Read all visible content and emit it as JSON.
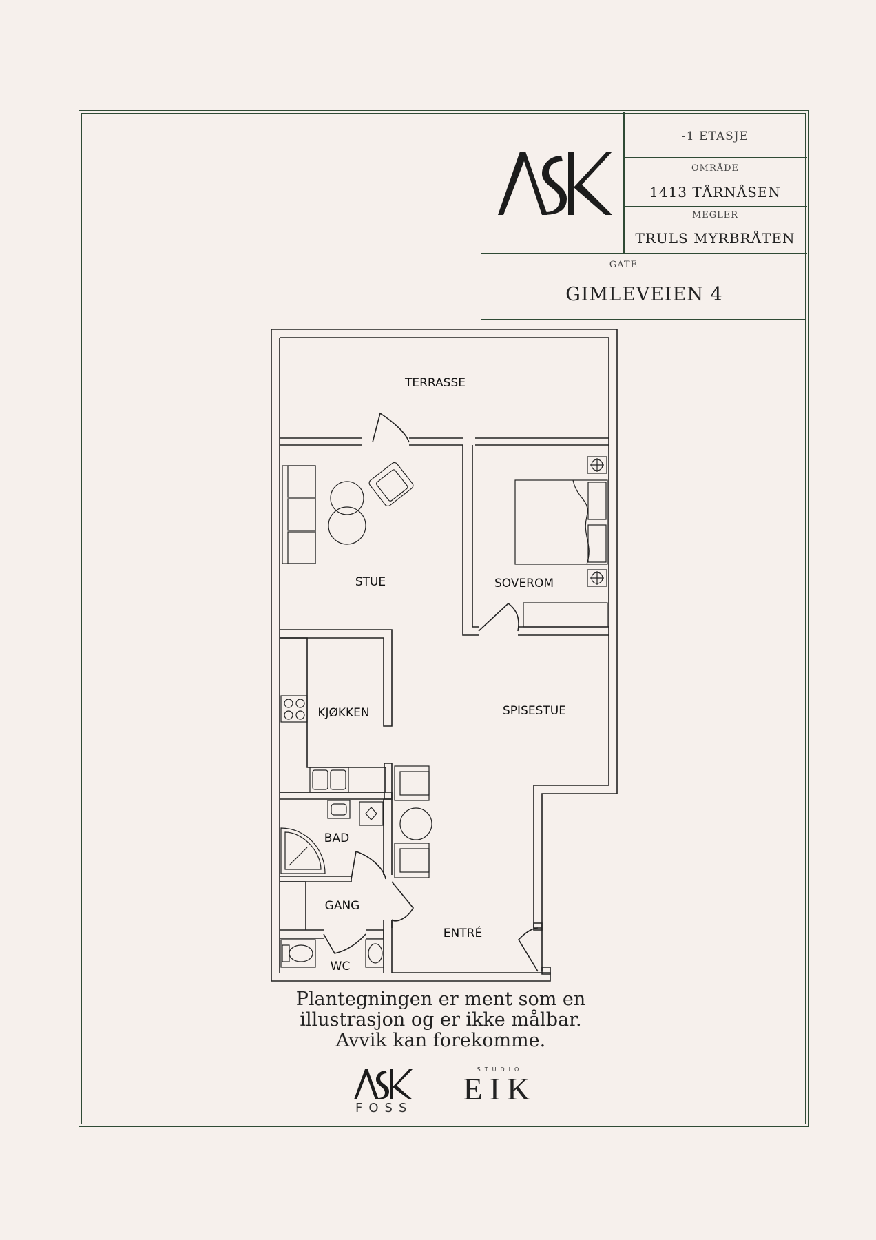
{
  "titleblock": {
    "floor": "-1 ETASJE",
    "area_label": "OMRÅDE",
    "area_value": "1413 TÅRNÅSEN",
    "broker_label": "MEGLER",
    "broker_value": "TRULS MYRBRÅTEN",
    "street_label": "GATE",
    "street_value": "GIMLEVEIEN 4",
    "logo_text": "ASK"
  },
  "rooms": {
    "terrace": "TERRASSE",
    "living": "STUE",
    "bedroom": "SOVEROM",
    "kitchen": "KJØKKEN",
    "dining": "SPISESTUE",
    "bath": "BAD",
    "hall": "GANG",
    "entry": "ENTRÉ",
    "wc": "WC"
  },
  "disclaimer": {
    "line1": "Plantegningen er ment som en",
    "line2": "illustrasjon og er ikke målbar.",
    "line3": "Avvik kan forekomme."
  },
  "footer_logos": {
    "ask_foss_main": "ASK",
    "ask_foss_sub": "FOSS",
    "studio_small": "STUDIO",
    "studio_main": "EIK"
  },
  "colors": {
    "background": "#f6f0ec",
    "frame": "#2f4a35",
    "ink": "#222222"
  }
}
